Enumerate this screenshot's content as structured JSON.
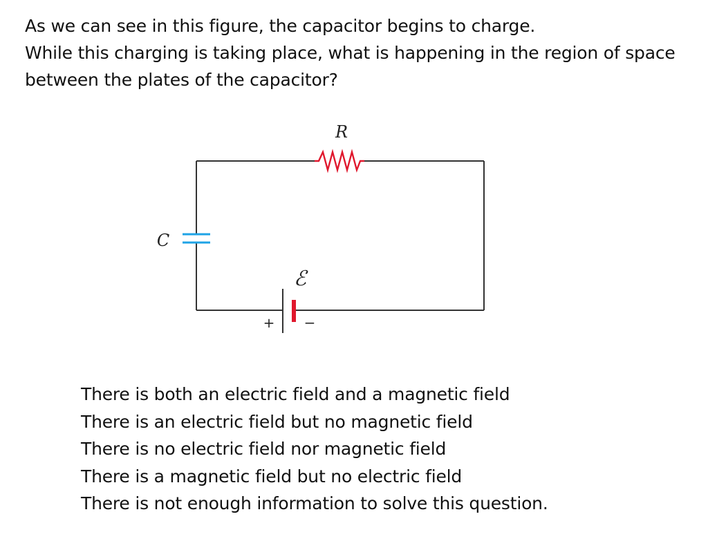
{
  "question": {
    "lines": [
      "As we can see in this figure, the capacitor begins to charge.",
      "While this charging is taking place, what is happening in the region of space",
      "between the plates of the capacitor?"
    ]
  },
  "diagram": {
    "resistor_label": "R",
    "capacitor_label": "C",
    "emf_label": "ℰ",
    "battery_plus": "+",
    "battery_minus": "−",
    "colors": {
      "wire": "#333333",
      "resistor": "#e0182d",
      "capacitor": "#1ea3e6",
      "battery_plate": "#e0182d"
    }
  },
  "answers": [
    "There is both an electric field and a magnetic field",
    "There is an electric field but no magnetic field",
    "There is no electric field nor magnetic field",
    "There is a magnetic field but no electric field",
    "There is not enough information to solve this question."
  ]
}
